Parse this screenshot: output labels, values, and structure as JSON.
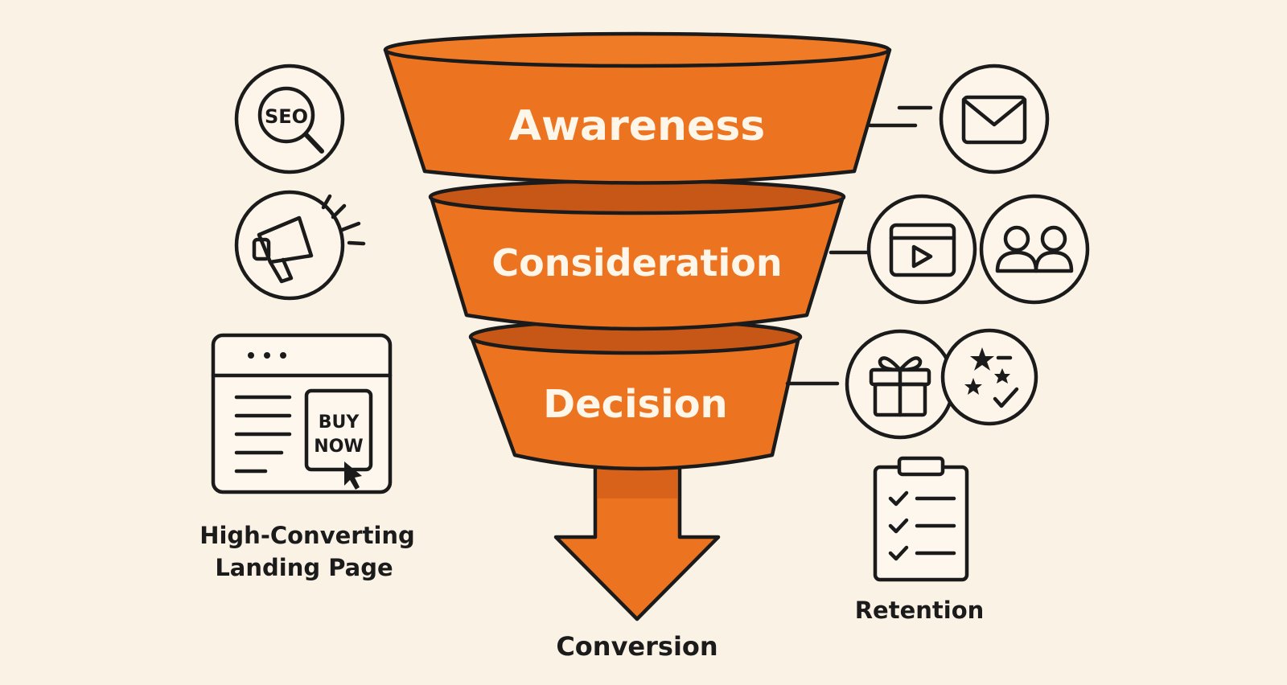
{
  "stages": {
    "awareness": "Awareness",
    "consideration": "Consideration",
    "decision": "Decision"
  },
  "outcome": {
    "conversion": "Conversion"
  },
  "landing_page": {
    "cta_line1": "BUY",
    "cta_line2": "NOW",
    "caption_line1": "High-Converting",
    "caption_line2": "Landing Page"
  },
  "retention": {
    "caption": "Retention"
  },
  "seo_badge": "SEO",
  "colors": {
    "background": "#fbf2e6",
    "funnel_orange": "#ec7420",
    "funnel_rim_dark": "#c75716",
    "outline": "#1b1b1b",
    "label_text": "#fff6ea"
  },
  "icons": [
    "seo-search-icon",
    "megaphone-icon",
    "landing-page-icon",
    "envelope-icon",
    "video-player-icon",
    "users-icon",
    "gift-icon",
    "star-review-icon",
    "clipboard-checklist-icon",
    "conversion-arrow"
  ]
}
